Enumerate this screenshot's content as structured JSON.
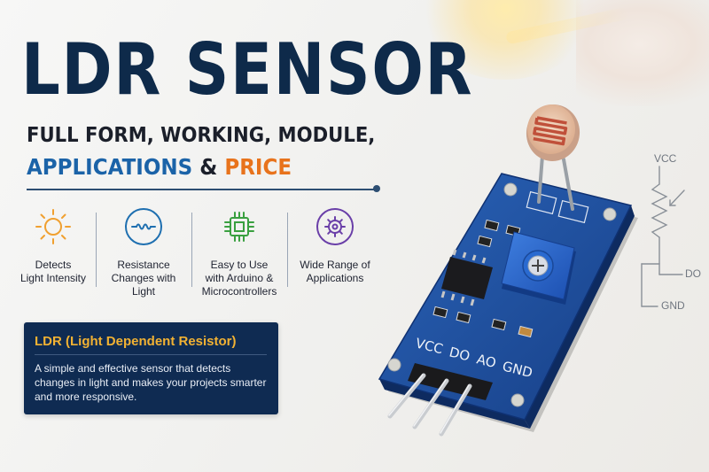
{
  "headline": {
    "title": "LDR SENSOR",
    "line1": "FULL FORM, WORKING, MODULE,",
    "line2_part1": "APPLICATIONS",
    "line2_amp": "&",
    "line2_part2": "PRICE"
  },
  "features": [
    {
      "icon": "sun-icon",
      "line1": "Detects",
      "line2": "Light Intensity",
      "line3": ""
    },
    {
      "icon": "resistor-icon",
      "line1": "Resistance",
      "line2": "Changes with",
      "line3": "Light"
    },
    {
      "icon": "chip-icon",
      "line1": "Easy to Use",
      "line2": "with Arduino &",
      "line3": "Microcontrollers"
    },
    {
      "icon": "gear-icon",
      "line1": "Wide Range of",
      "line2": "Applications",
      "line3": ""
    }
  ],
  "info": {
    "title": "LDR (Light Dependent Resistor)",
    "body": "A simple and effective sensor that detects changes in light and makes your projects smarter and more responsive."
  },
  "module": {
    "pin_labels": [
      "VCC",
      "DO",
      "AO",
      "GND"
    ]
  },
  "schematic": {
    "labels": [
      "VCC",
      "DO",
      "GND"
    ]
  },
  "colors": {
    "navy": "#0e2a4a",
    "blue": "#1b63a8",
    "orange": "#e8731c",
    "gold": "#f2b233",
    "pcb_blue": "#1c4fa0"
  }
}
